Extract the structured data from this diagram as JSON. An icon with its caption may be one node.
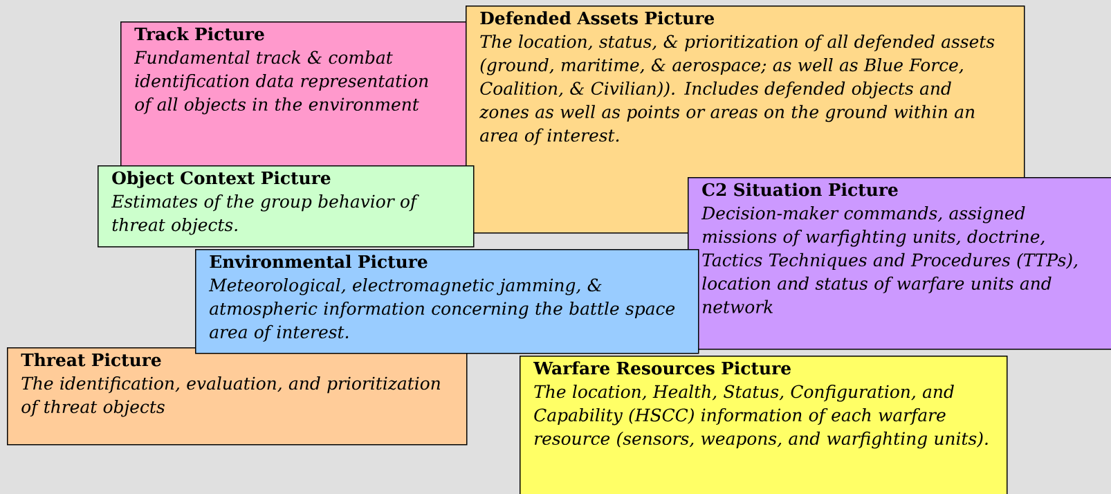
{
  "diagram": {
    "nodes": [
      {
        "text": [
          "Track Picture",
          "Fundamental track & combat identification data representation of  all objects in the environment"
        ]
      },
      {
        "text": [
          "Defended Assets Picture",
          "The location, status, & prioritization of all defended assets (ground, maritime, & aerospace; as well as Blue Force, Coalition, & Civilian)). Includes defended objects and zones as well as points or areas on the ground within an area of interest."
        ]
      },
      {
        "text": [
          "Object Context Picture",
          "Estimates of the group behavior of threat objects."
        ]
      },
      {
        "text": [
          "C2 Situation Picture",
          "Decision-maker commands, assigned missions of warfighting units, doctrine, Tactics Techniques and Procedures (TTPs), location and status of warfare units and network"
        ]
      },
      {
        "text": [
          "Environmental Picture",
          "Meteorological, electromagnetic jamming, & atmospheric information concerning the battle space area of interest."
        ]
      },
      {
        "text": [
          "Threat Picture",
          "The identification, evaluation, and prioritization of  threat objects"
        ]
      },
      {
        "text": [
          "Warfare Resources Picture",
          "The location, Health, Status, Configuration, and Capability (HSCC) information of each warfare resource (sensors, weapons, and warfighting units)."
        ]
      }
    ]
  }
}
